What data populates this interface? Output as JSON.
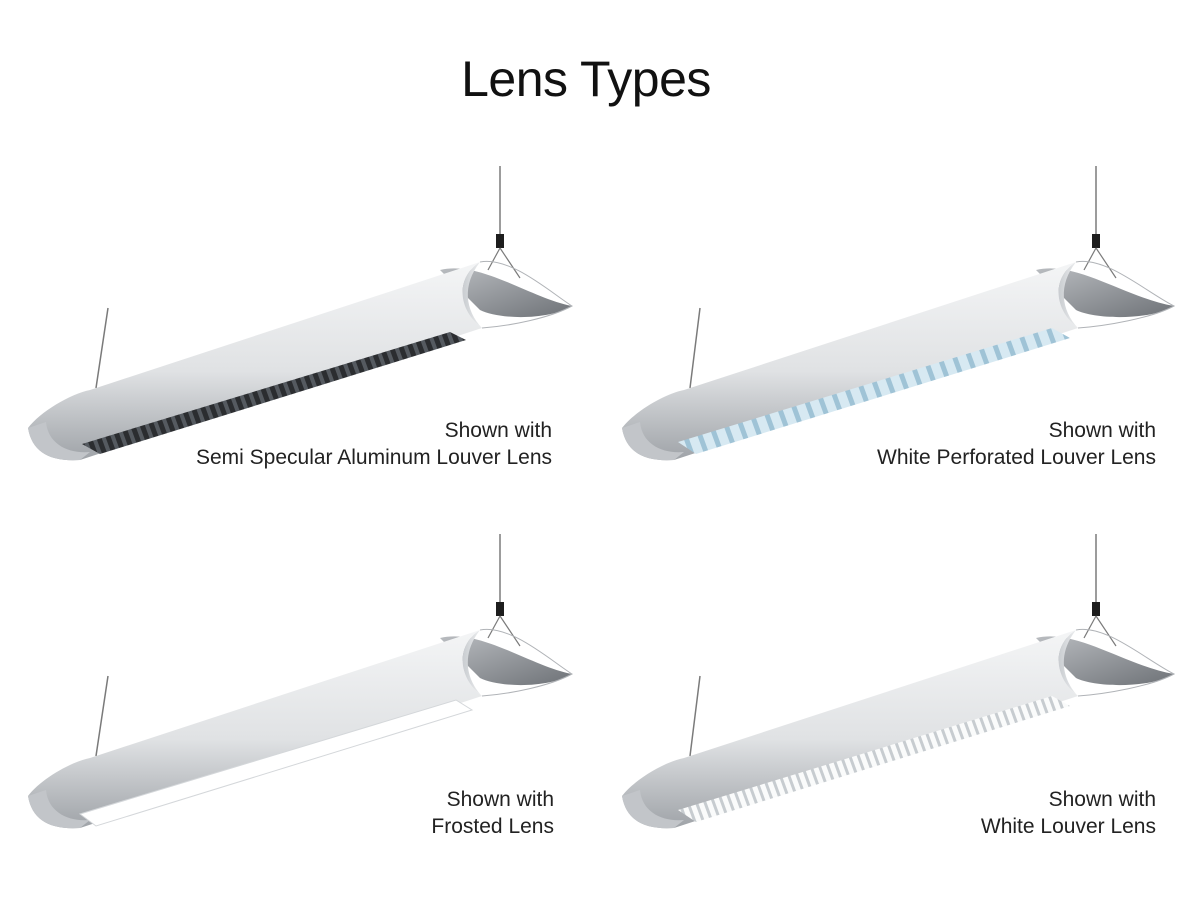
{
  "page": {
    "title": "Lens Types"
  },
  "colors": {
    "housing": "#e2e3e5",
    "housing_shadow": "#8a8d91",
    "inner_reflector": "#7d8085",
    "cable": "#7a7a7a"
  },
  "fixtures": [
    {
      "caption_line1": "Shown with",
      "caption_line2": "Semi Specular Aluminum Louver Lens",
      "lens_icon": "semi-specular-aluminum-louver-lens-icon",
      "lens_color": "#2b2d30"
    },
    {
      "caption_line1": "Shown with",
      "caption_line2": "White Perforated Louver Lens",
      "lens_icon": "white-perforated-louver-lens-icon",
      "lens_color": "#cfe4ef"
    },
    {
      "caption_line1": "Shown with",
      "caption_line2": "Frosted Lens",
      "lens_icon": "frosted-lens-icon",
      "lens_color": "#ffffff"
    },
    {
      "caption_line1": "Shown with",
      "caption_line2": "White Louver Lens",
      "lens_icon": "white-louver-lens-icon",
      "lens_color": "#f1f3f4"
    }
  ]
}
